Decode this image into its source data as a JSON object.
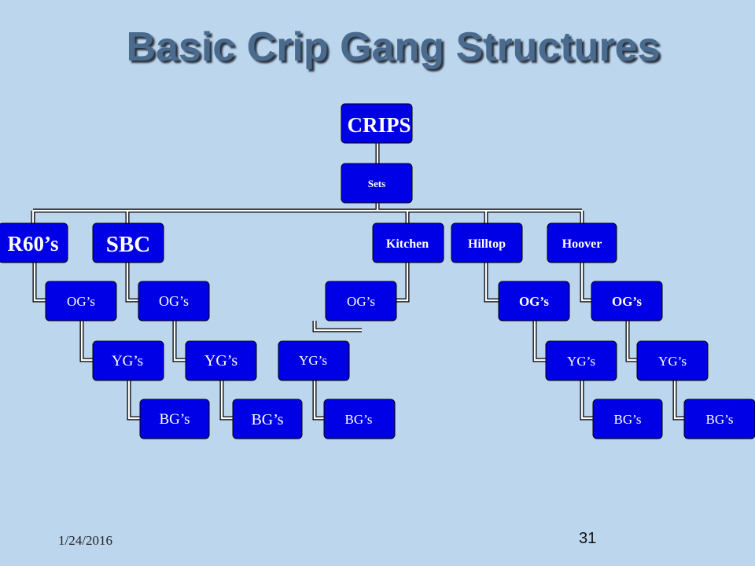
{
  "slide": {
    "title": "Basic Crip Gang Structures",
    "date": "1/24/2016",
    "page_number": "31"
  },
  "diagram": {
    "root": "CRIPS",
    "level2": "Sets",
    "branches": [
      {
        "name": "R60’s",
        "og": "OG’s",
        "yg": "YG’s",
        "bg": "BG’s"
      },
      {
        "name": "SBC",
        "og": "OG’s",
        "yg": "YG’s",
        "bg": "BG’s"
      },
      {
        "name": "Kitchen",
        "og": "OG’s",
        "yg": "YG’s",
        "bg": "BG’s"
      },
      {
        "name": "Hilltop",
        "og": "OG’s",
        "yg": "YG’s",
        "bg": "BG’s"
      },
      {
        "name": "Hoover",
        "og": "OG’s",
        "yg": "YG’s",
        "bg": "BG’s"
      }
    ]
  },
  "colors": {
    "node_fill": "#0000e6",
    "background": "#bcd6ee",
    "title": "#4a6a8e"
  }
}
